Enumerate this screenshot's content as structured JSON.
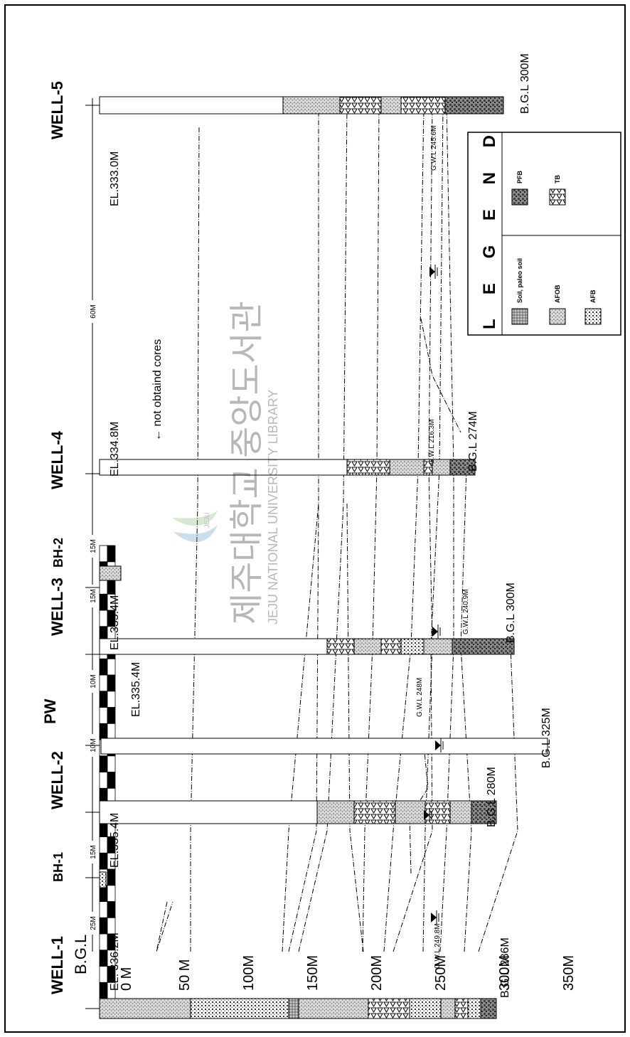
{
  "scale": {
    "label": "B.G.L",
    "ticks": [
      "0  M",
      "50  M",
      "100M",
      "150M",
      "200M",
      "250M",
      "300M",
      "350M"
    ]
  },
  "wells": [
    {
      "id": "WELL-1",
      "el": "EL. 336.2M",
      "bgl": "B.G.L 286M",
      "gwl": "G.W.L 249.8M"
    },
    {
      "id": "BH-1",
      "el": "EL.335.4M"
    },
    {
      "id": "WELL-2",
      "el": "",
      "bgl": "B.G.L 280M"
    },
    {
      "id": "PW",
      "el": "EL.335.4M",
      "bgl": "B.G.L 325M",
      "gwl": "G.W.L 248M"
    },
    {
      "id": "WELL-3",
      "el": "EL.335.4M",
      "bgl": "B.G.L 300M",
      "gwl": "G.W.L 240.9M"
    },
    {
      "id": "BH-2"
    },
    {
      "id": "WELL-4",
      "el": "EL.334.8M",
      "bgl": "B.G.L 274M",
      "gwl": "G.W.L 216.3M",
      "note": "← not obtaind cores"
    },
    {
      "id": "WELL-5",
      "el": "EL.333.0M",
      "bgl": "B.G.L 300M",
      "gwl": "G.W.L 245.6M"
    }
  ],
  "spacings": [
    "25M",
    "15M",
    "10M",
    "10M",
    "15M",
    "15M",
    "60M"
  ],
  "legend": {
    "title": "L E G E N D",
    "items": [
      {
        "code": "soil",
        "label": "Soil, paleo soil"
      },
      {
        "code": "afob",
        "label": "AFOB"
      },
      {
        "code": "afb",
        "label": "AFB"
      },
      {
        "code": "pfb",
        "label": "PFB"
      },
      {
        "code": "tb",
        "label": "TB"
      }
    ]
  },
  "watermark": {
    "korean": "제주대학교 중앙도서관",
    "english": "JEJU NATIONAL UNIVERSITY LIBRARY",
    "logo_text": "JEJU"
  }
}
